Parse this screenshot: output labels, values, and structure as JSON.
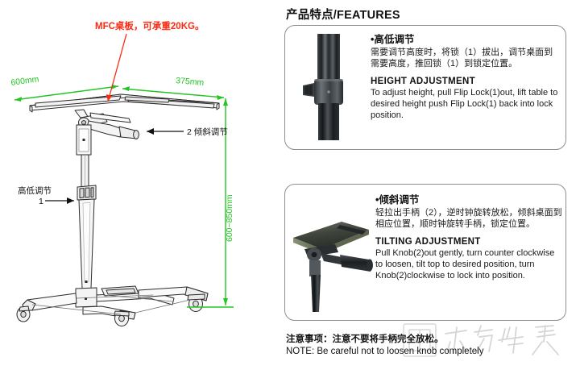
{
  "drawing": {
    "callouts": {
      "top_note": "MFC桌板，可承重20KG。",
      "width_label": "600mm",
      "depth_label": "375mm",
      "height_label": "600~850mm",
      "tilt_label": "2  倾斜调节",
      "height_adjust_label": "高低调节",
      "height_adjust_number": "1"
    },
    "colors": {
      "dimension_green": "#24c524",
      "note_red": "#fb2a12",
      "line_black": "#2b2b2b"
    }
  },
  "panel": {
    "title": "产品特点/FEATURES",
    "features": [
      {
        "cn_title": "•高低调节",
        "cn_body": "需要调节高度时，将锁（1）拔出，调节桌面到需要高度，推回锁（1）到锁定位置。",
        "en_title": "HEIGHT  ADJUSTMENT",
        "en_body": "To adjust height, pull Flip Lock(1)out, lift table to desired height push Flip Lock(1) back into lock position.",
        "photo": "column-flip-lock-photo"
      },
      {
        "cn_title": "•倾斜调节",
        "cn_body": "轻拉出手柄（2），逆时钟旋转放松，倾斜桌面到相应位置，顺时钟旋转手柄，锁定位置。",
        "en_title": "TILTING  ADJUSTMENT",
        "en_body": "Pull Knob(2)out gently, turn counter clockwise to loosen, tilt top to desired position, turn Knob(2)clockwise to lock into position.",
        "photo": "tilting-top-knob-photo"
      }
    ],
    "note": {
      "cn": "注意事项：注意不要将手柄完全放松。",
      "en": "NOTE: Be careful not to loosen knob completely"
    },
    "watermark": "东方华奥"
  }
}
